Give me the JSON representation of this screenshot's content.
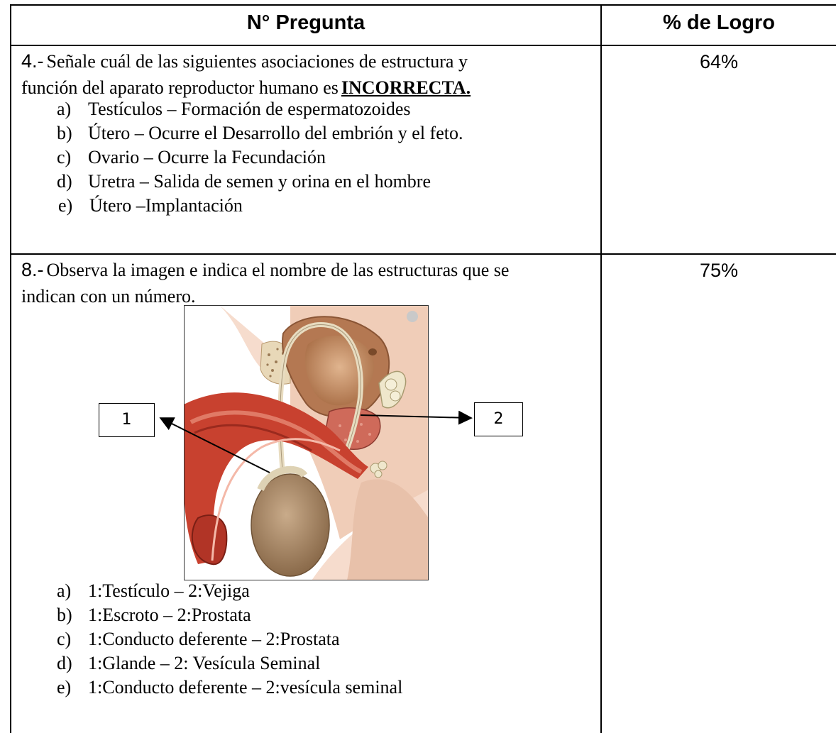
{
  "table": {
    "header": {
      "question": "N° Pregunta",
      "achievement": "% de Logro"
    },
    "rows": [
      {
        "number": "4.-",
        "text_line1": "Señale cuál de las siguientes asociaciones de estructura y",
        "text_line2_prefix": "función del aparato reproductor humano es",
        "keyword": "INCORRECTA.",
        "options": [
          {
            "letter": "a)",
            "text": "Testículos – Formación de espermatozoides"
          },
          {
            "letter": "b)",
            "text": "Útero – Ocurre el Desarrollo del embrión y el feto."
          },
          {
            "letter": "c)",
            "text": "Ovario – Ocurre la Fecundación"
          },
          {
            "letter": "d)",
            "text": "Uretra – Salida de semen y orina en el hombre"
          },
          {
            "letter": "e)",
            "text": "Útero –Implantación"
          }
        ],
        "achievement": "64%"
      },
      {
        "number": "8.-",
        "text_line1": "Observa la imagen e indica el nombre de las estructuras que se",
        "text_line2": "indican con un número.",
        "figure_labels": [
          "1",
          "2"
        ],
        "options": [
          {
            "letter": "a)",
            "text": "1:Testículo – 2:Vejiga"
          },
          {
            "letter": "b)",
            "text": "1:Escroto – 2:Prostata"
          },
          {
            "letter": "c)",
            "text": "1:Conducto deferente – 2:Prostata"
          },
          {
            "letter": "d)",
            "text": "1:Glande – 2: Vesícula Seminal"
          },
          {
            "letter": "e)",
            "text": "1:Conducto deferente – 2:vesícula seminal"
          }
        ],
        "achievement": "75%"
      }
    ]
  },
  "colors": {
    "tissue_red": "#c8412f",
    "skin": "#f4d8c8",
    "testis": "#a58766",
    "bladder": "#c9966e"
  }
}
